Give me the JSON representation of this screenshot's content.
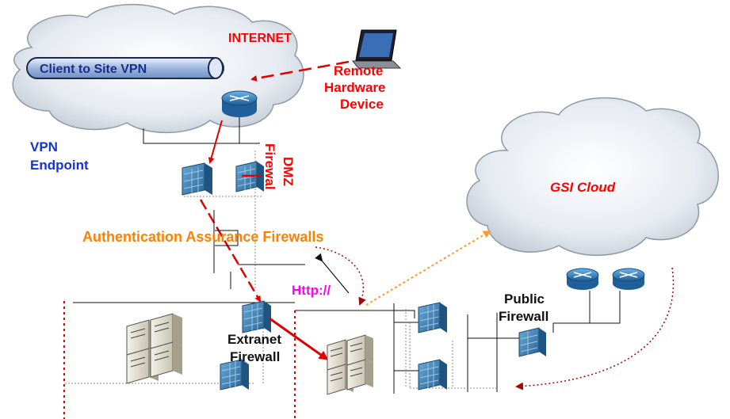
{
  "labels": {
    "internet": "INTERNET",
    "tunnel": "Client to Site VPN",
    "remote_1": "Remote",
    "remote_2": "Hardware",
    "remote_3": "Device",
    "vpn_1": "VPN",
    "vpn_2": "Endpoint",
    "dmz_1": "DMZ",
    "dmz_2": "Firewal",
    "gsi_cloud": "GSI Cloud",
    "auth": "Authentication Assurance Firewalls",
    "http": "Http://",
    "public_1": "Public",
    "public_2": "Firewall",
    "extranet_1": "Extranet",
    "extranet_2": "Firewall"
  },
  "icons": [
    "laptop-icon",
    "router-icon",
    "firewall-icon",
    "server-icon",
    "cloud-icon"
  ],
  "colors": {
    "red": "#ff0000",
    "blue": "#0000ff",
    "orange": "#ff8000",
    "magenta": "#ff00ff",
    "firewall": "#3f86b8",
    "router": "#2f7fc0",
    "cloud": "#d6dde6",
    "tunnel": "#b8cbe8"
  }
}
